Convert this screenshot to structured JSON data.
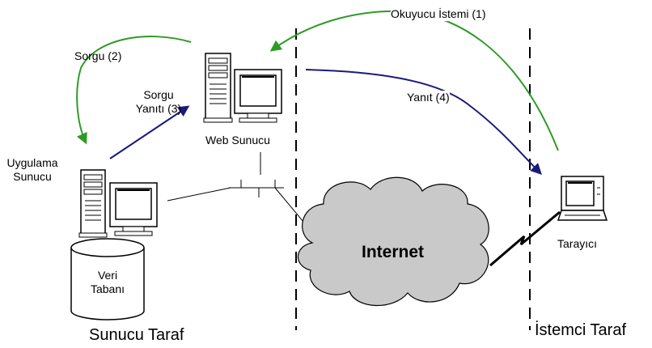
{
  "labels": {
    "client_request": "Okuyucu İstemi (1)",
    "query": "Sorgu (2)",
    "query_answer_line1": "Sorgu",
    "query_answer_line2": "Yanıtı (3)",
    "response": "Yanıt (4)",
    "web_server": "Web Sunucu",
    "app_server_line1": "Uygulama",
    "app_server_line2": "Sunucu",
    "database_line1": "Veri",
    "database_line2": "Tabanı",
    "internet": "Internet",
    "browser": "Tarayıcı",
    "server_side": "Sunucu Taraf",
    "client_side": "İstemci Taraf"
  },
  "colors": {
    "request_arrow": "#2e9b26",
    "response_arrow": "#1b1a7a",
    "cloud_fill": "#c9c9c9",
    "separator": "#000000"
  },
  "icons": [
    "server-tower-icon",
    "monitor-icon",
    "laptop-icon",
    "database-cylinder-icon",
    "cloud-icon",
    "lightning-link-icon"
  ]
}
